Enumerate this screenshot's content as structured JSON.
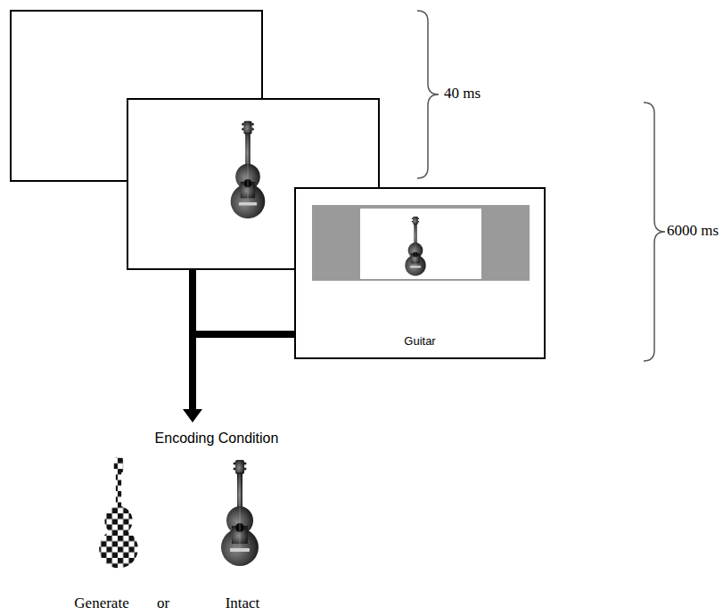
{
  "diagram": {
    "nodes": [
      {
        "text": [
          "Guitar"
        ]
      }
    ],
    "labels": [
      "40 ms",
      "6000 ms",
      "Encoding Condition",
      "Generate",
      "or",
      "Intact"
    ]
  }
}
